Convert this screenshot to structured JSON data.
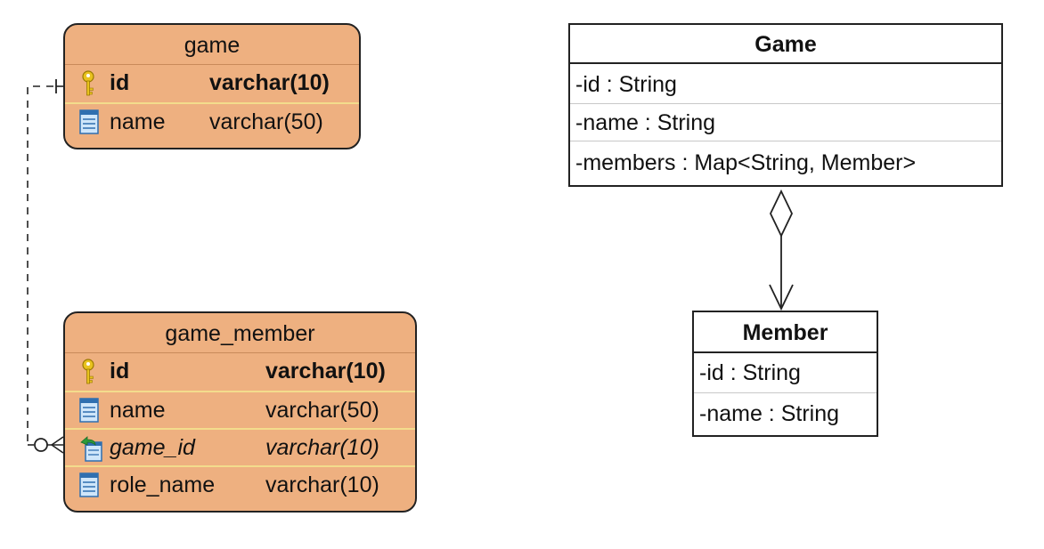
{
  "er": {
    "game": {
      "title": "game",
      "columns": [
        {
          "name": "id",
          "type": "varchar(10)",
          "kind": "pk",
          "icon": "primary-key-icon"
        },
        {
          "name": "name",
          "type": "varchar(50)",
          "kind": "normal",
          "icon": "column-icon"
        }
      ]
    },
    "game_member": {
      "title": "game_member",
      "columns": [
        {
          "name": "id",
          "type": "varchar(10)",
          "kind": "pk",
          "icon": "primary-key-icon"
        },
        {
          "name": "name",
          "type": "varchar(50)",
          "kind": "normal",
          "icon": "column-icon"
        },
        {
          "name": "game_id",
          "type": "varchar(10)",
          "kind": "fk",
          "icon": "foreign-key-icon"
        },
        {
          "name": "role_name",
          "type": "varchar(10)",
          "kind": "normal",
          "icon": "column-icon"
        }
      ]
    },
    "relationship": {
      "from": "game",
      "to": "game_member",
      "notation": "crows-foot",
      "from_cardinality": "one",
      "to_cardinality": "zero-or-many",
      "line_style": "dashed"
    }
  },
  "uml": {
    "game_class": {
      "title": "Game",
      "attributes": [
        "-id : String",
        "-name : String",
        "-members : Map<String, Member>"
      ]
    },
    "member_class": {
      "title": "Member",
      "attributes": [
        "-id : String",
        "-name : String"
      ]
    },
    "association": {
      "type": "aggregation",
      "from": "Game",
      "to": "Member",
      "navigable": true
    }
  },
  "colors": {
    "table_fill": "#eeb080",
    "row_divider": "#f3dc8c",
    "key_icon": "#e8c21e",
    "fk_arrow": "#2e9a3a"
  }
}
